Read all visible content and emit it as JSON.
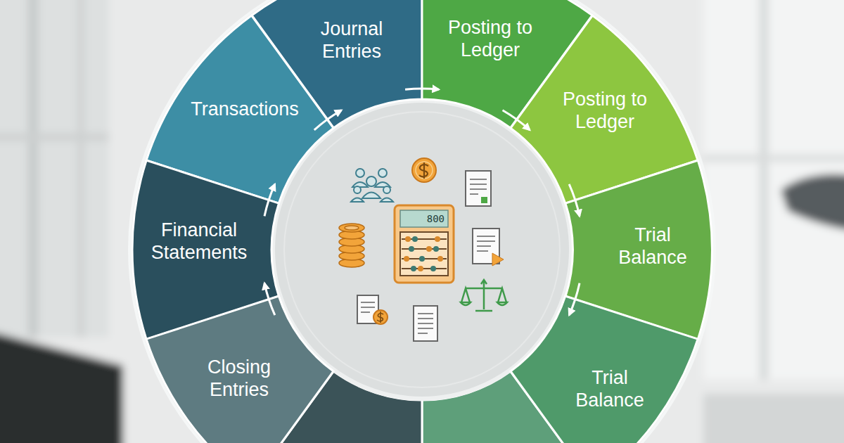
{
  "diagram": {
    "nodes": [
      {
        "text": [
          "Journal Entries"
        ]
      },
      {
        "text": [
          "Posting to Ledger"
        ]
      },
      {
        "text": [
          "Transactions"
        ]
      },
      {
        "text": [
          "Posting to Ledger"
        ]
      },
      {
        "text": [
          "Financial Statements"
        ]
      },
      {
        "text": [
          "Trial Balance"
        ]
      },
      {
        "text": [
          "Closing Entries"
        ]
      },
      {
        "text": [
          "Trial Balance"
        ]
      }
    ],
    "edges": [
      {
        "from": 2,
        "to": 0,
        "arrow": "to"
      },
      {
        "from": 0,
        "to": 1,
        "arrow": "to"
      },
      {
        "from": 1,
        "to": 3,
        "arrow": "to"
      },
      {
        "from": 3,
        "to": 5,
        "arrow": "to"
      },
      {
        "from": 5,
        "to": 7,
        "arrow": "to"
      },
      {
        "from": 6,
        "to": 4,
        "arrow": "to"
      },
      {
        "from": 4,
        "to": 2,
        "arrow": "to"
      }
    ],
    "labels": [
      "800"
    ]
  }
}
